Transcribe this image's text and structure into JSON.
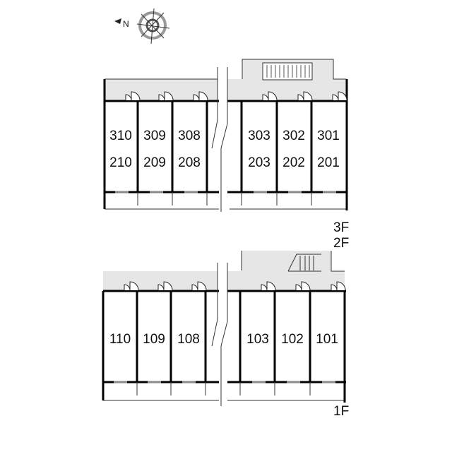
{
  "compass": {
    "label": "N"
  },
  "upper": {
    "units_top": [
      "310",
      "309",
      "308",
      "303",
      "302",
      "301"
    ],
    "units_bottom": [
      "210",
      "209",
      "208",
      "203",
      "202",
      "201"
    ],
    "floor_labels": [
      "3F",
      "2F"
    ]
  },
  "lower": {
    "units": [
      "110",
      "109",
      "108",
      "103",
      "102",
      "101"
    ],
    "floor_label": "1F"
  },
  "colors": {
    "corridor": "#e6e6e6",
    "wall": "#000000",
    "window": "#8a8a8a"
  }
}
